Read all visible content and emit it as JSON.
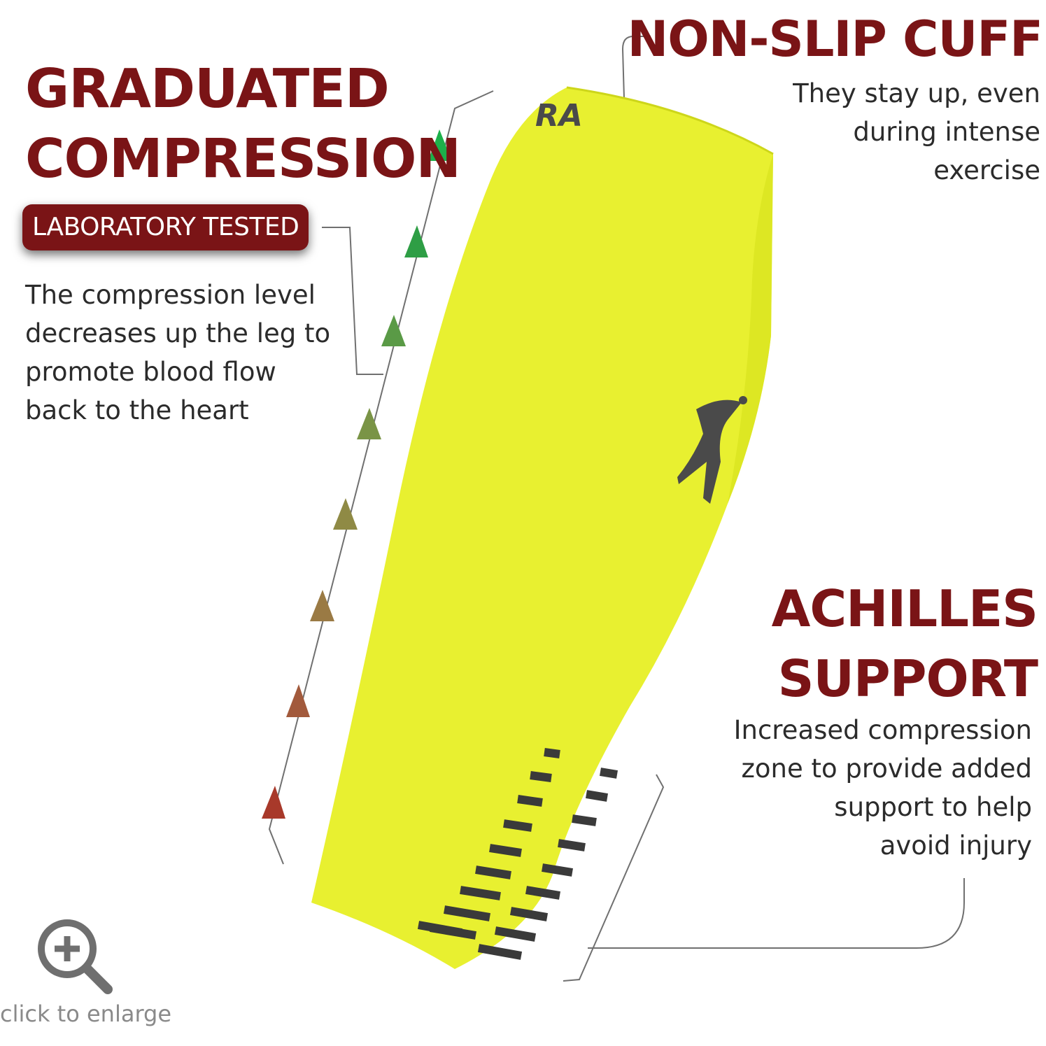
{
  "graduated": {
    "title_line1": "GRADUATED",
    "title_line2": "COMPRESSION",
    "badge": "LABORATORY TESTED",
    "desc": [
      "The compression level",
      "decreases up the leg to",
      "promote blood flow",
      "back to the heart"
    ]
  },
  "cuff": {
    "title": "NON-SLIP CUFF",
    "desc": [
      "They stay up, even",
      "during intense",
      "exercise"
    ]
  },
  "achilles": {
    "title_line1": "ACHILLES",
    "title_line2": "SUPPORT",
    "desc": [
      "Increased compression",
      "zone to provide added",
      "support to help",
      "avoid injury"
    ]
  },
  "product": {
    "brand_fragment": "RA",
    "icon": "runner-logo-icon",
    "sleeve_color": "#e8f030"
  },
  "zoom": {
    "label": "click to enlarge",
    "icon": "magnifier-plus-icon"
  },
  "colors": {
    "headline": "#7a1416",
    "arrow_top": "#1db04a",
    "arrow_bottom": "#a8392a"
  }
}
